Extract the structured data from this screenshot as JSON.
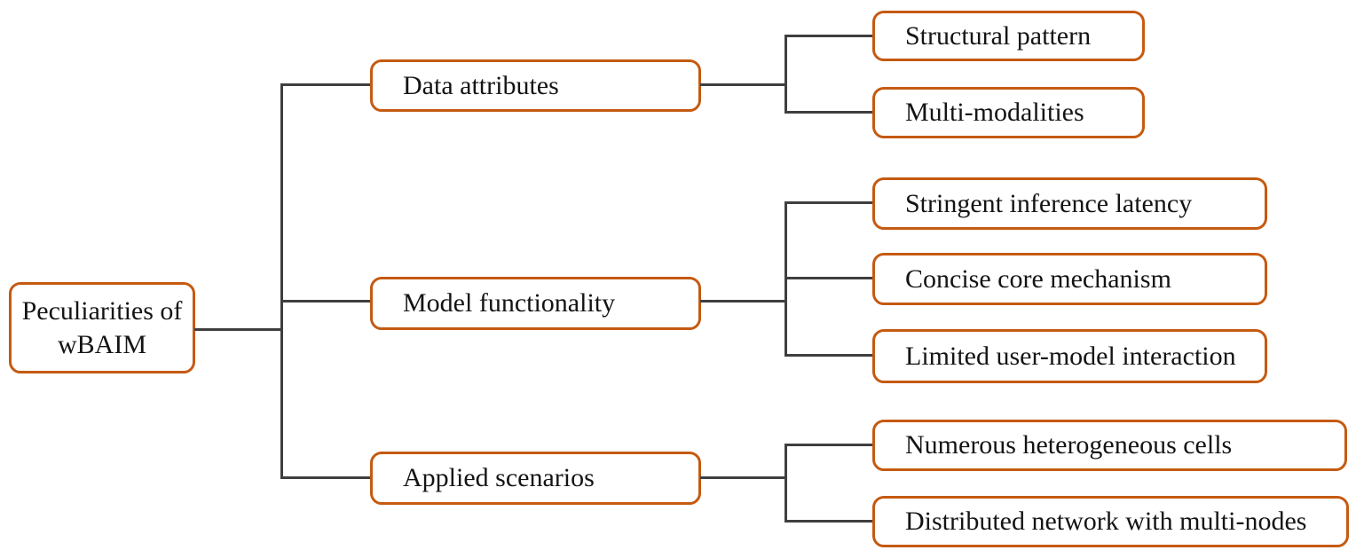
{
  "colors": {
    "box_border": "#C55A11",
    "connector_line": "#3F3F3F",
    "text": "#141414",
    "background": "#FFFFFF"
  },
  "root": {
    "label": "Peculiarities of wBAIM"
  },
  "branches": [
    {
      "label": "Data attributes",
      "children": [
        {
          "label": "Structural pattern"
        },
        {
          "label": "Multi-modalities"
        }
      ]
    },
    {
      "label": "Model functionality",
      "children": [
        {
          "label": "Stringent inference latency"
        },
        {
          "label": "Concise core mechanism"
        },
        {
          "label": "Limited user-model interaction"
        }
      ]
    },
    {
      "label": "Applied scenarios",
      "children": [
        {
          "label": "Numerous heterogeneous cells"
        },
        {
          "label": "Distributed network with multi-nodes"
        }
      ]
    }
  ]
}
